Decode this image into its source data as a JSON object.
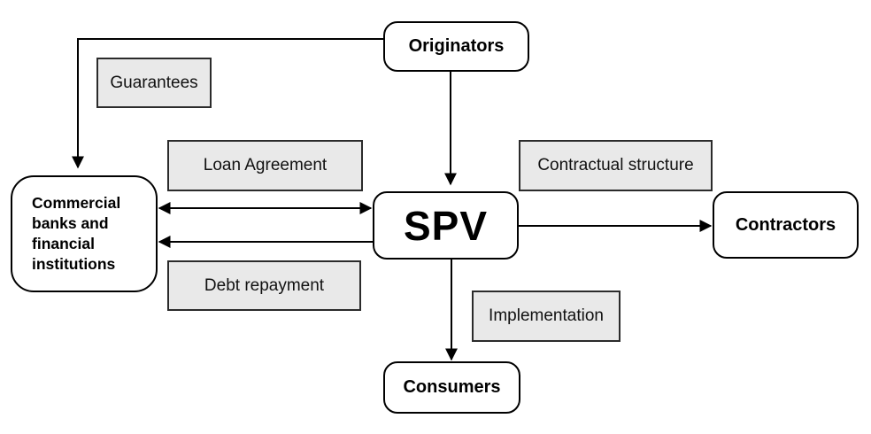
{
  "colors": {
    "background": "#ffffff",
    "node_fill": "#ffffff",
    "node_border": "#000000",
    "edge_label_fill": "#e9e9e9",
    "edge_label_border": "#2b2b2b",
    "arrow": "#000000",
    "text": "#000000"
  },
  "nodes": {
    "originators": {
      "label": "Originators"
    },
    "commercial_banks": {
      "label": "Commercial banks and financial institutions"
    },
    "spv": {
      "label": "SPV"
    },
    "contractors": {
      "label": "Contractors"
    },
    "consumers": {
      "label": "Consumers"
    }
  },
  "edge_labels": {
    "guarantees": {
      "label": "Guarantees"
    },
    "loan_agreement": {
      "label": "Loan Agreement"
    },
    "contractual_structure": {
      "label": "Contractual structure"
    },
    "debt_repayment": {
      "label": "Debt repayment"
    },
    "implementation": {
      "label": "Implementation"
    }
  },
  "edges": [
    {
      "from": "Originators",
      "to": "Commercial banks and financial institutions",
      "direction": "one-way",
      "label": "Guarantees"
    },
    {
      "from": "Originators",
      "to": "SPV",
      "direction": "one-way",
      "label": ""
    },
    {
      "from": "Commercial banks and financial institutions",
      "to": "SPV",
      "direction": "two-way",
      "label": "Loan Agreement"
    },
    {
      "from": "SPV",
      "to": "Commercial banks and financial institutions",
      "direction": "one-way",
      "label": "Debt repayment"
    },
    {
      "from": "SPV",
      "to": "Contractors",
      "direction": "one-way",
      "label": "Contractual structure"
    },
    {
      "from": "SPV",
      "to": "Consumers",
      "direction": "one-way",
      "label": "Implementation"
    }
  ]
}
